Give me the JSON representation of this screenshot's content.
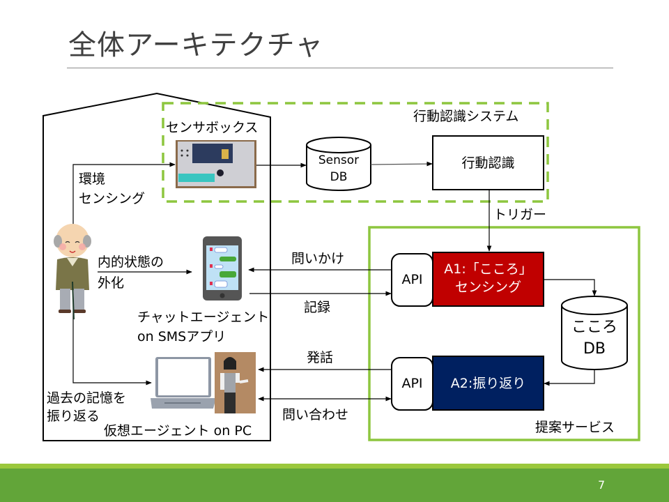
{
  "slide": {
    "title": "全体アーキテクチャ",
    "page_number": "7"
  },
  "colors": {
    "accent_green": "#8dc63f",
    "footer_green": "#62a539",
    "footer_light_green": "#9bc83c",
    "a1_red": "#c00000",
    "a2_navy": "#002060"
  },
  "home": {
    "sensor_box_label": "センサボックス",
    "env_sensing_line1": "環境",
    "env_sensing_line2": "センシング",
    "externalize_line1": "内的状態の",
    "externalize_line2": "外化",
    "chat_agent_line1": "チャットエージェント",
    "chat_agent_line2": "on SMSアプリ",
    "recall_line1": "過去の記憶を",
    "recall_line2": "振り返る",
    "virtual_agent_label": "仮想エージェント on PC"
  },
  "activity_system": {
    "label": "行動認識システム",
    "sensor_db_line1": "Sensor",
    "sensor_db_line2": "DB",
    "recognition_label": "行動認識",
    "trigger_label": "トリガー"
  },
  "proposal_service": {
    "label": "提案サービス",
    "api_label_1": "API",
    "api_label_2": "API",
    "a1_line1": "A1:「こころ」",
    "a1_line2": "センシング",
    "a2_label": "A2:振り返り",
    "kokoro_db_line1": "こころ",
    "kokoro_db_line2": "DB"
  },
  "flows": {
    "ask": "問いかけ",
    "record": "記録",
    "utterance": "発話",
    "inquiry": "問い合わせ"
  },
  "icons": {
    "elderly_person": "elderly-man-illustration",
    "sensor_box": "sensor-box-photo",
    "smartphone": "smartphone-chat-illustration",
    "laptop": "laptop-illustration",
    "virtual_agent": "virtual-agent-woman-image"
  }
}
